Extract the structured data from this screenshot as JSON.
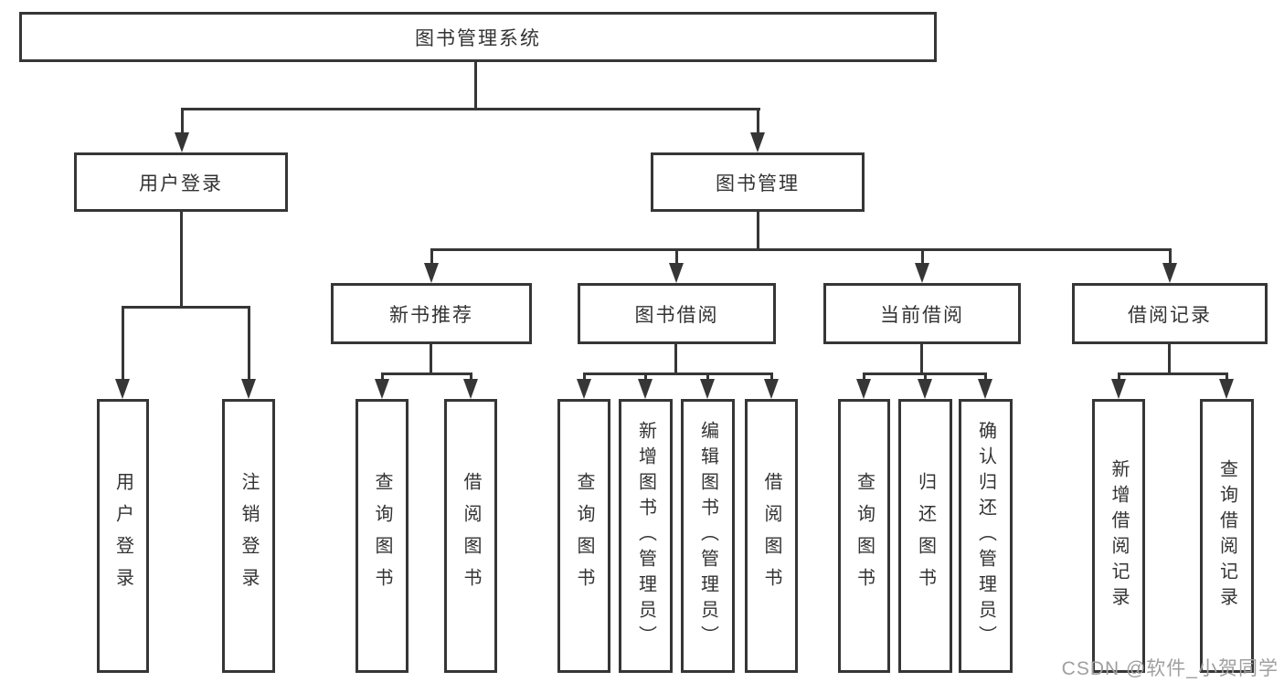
{
  "diagram": {
    "root": {
      "label": "图书管理系统"
    },
    "branches": [
      {
        "label": "用户登录",
        "children": [
          "用户登录",
          "注销登录"
        ]
      },
      {
        "label": "图书管理",
        "modules": [
          {
            "label": "新书推荐",
            "children": [
              "查询图书",
              "借阅图书"
            ]
          },
          {
            "label": "图书借阅",
            "children": [
              "查询图书",
              "新增图书（管理员）",
              "编辑图书（管理员）",
              "借阅图书"
            ]
          },
          {
            "label": "当前借阅",
            "children": [
              "查询图书",
              "归还图书",
              "确认归还（管理员）"
            ]
          },
          {
            "label": "借阅记录",
            "children": [
              "新增借阅记录",
              "查询借阅记录"
            ]
          }
        ]
      }
    ]
  },
  "watermark": "CSDN @软件_小贺同学",
  "colors": {
    "line": "#363636",
    "text": "#333333",
    "watermark": "#9f9f9f",
    "background": "#ffffff"
  }
}
